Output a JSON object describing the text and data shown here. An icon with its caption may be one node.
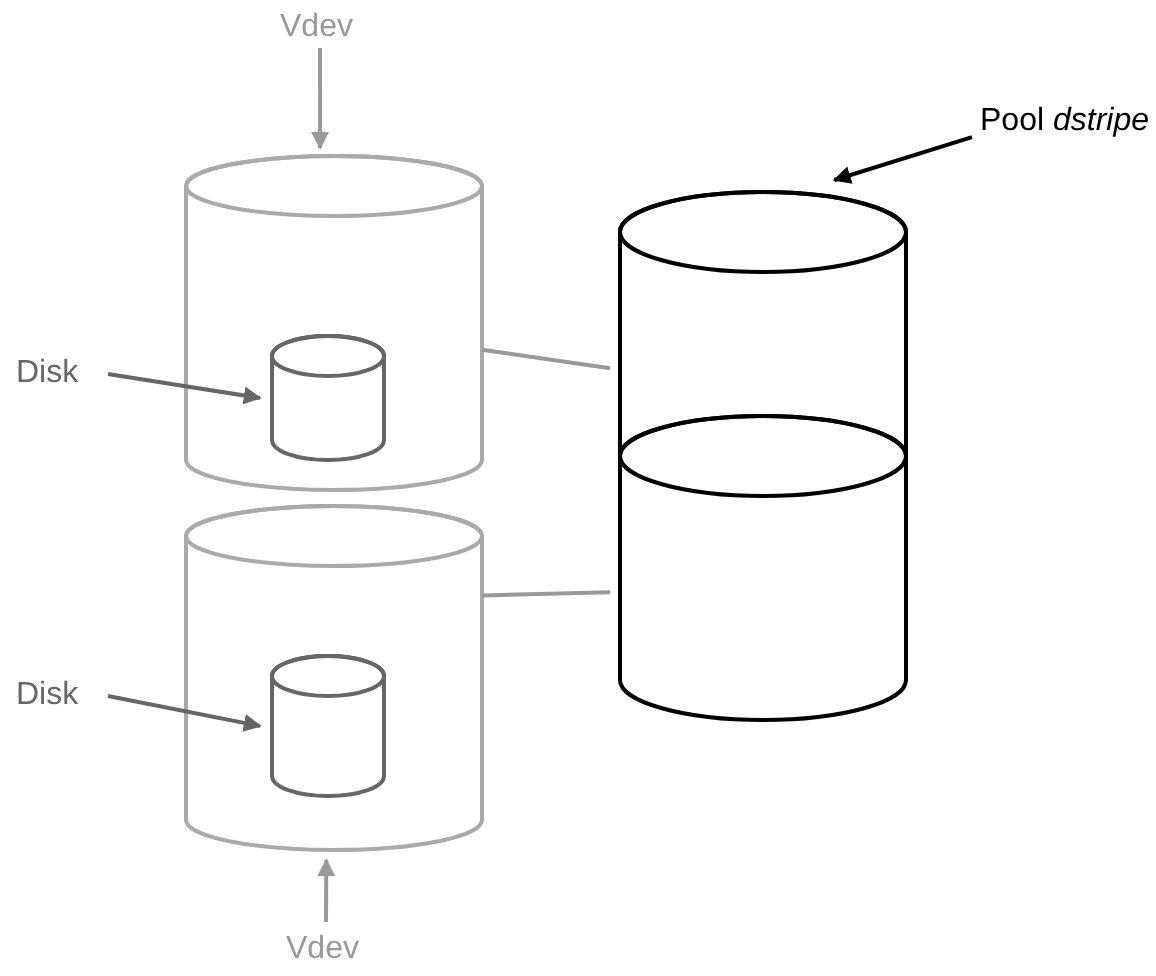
{
  "diagram": {
    "nodes": [
      {
        "text": [
          "Vdev"
        ]
      },
      {
        "text": [],
        "shape": "cylinder"
      },
      {
        "text": [],
        "shape": "cylinder",
        "in": 1
      },
      {
        "text": [
          "Disk"
        ]
      },
      {
        "text": [
          "Pool *dstripe*"
        ]
      },
      {
        "text": [],
        "shape": "cylinder"
      },
      {
        "text": [],
        "shape": "cylinder"
      },
      {
        "text": [],
        "shape": "cylinder"
      },
      {
        "text": [],
        "shape": "cylinder",
        "in": 7
      },
      {
        "text": [
          "Disk"
        ]
      },
      {
        "text": [
          "Vdev"
        ]
      }
    ],
    "edges": [
      {
        "from": 0,
        "to": 1,
        "arrow": "to"
      },
      {
        "from": 3,
        "to": 2,
        "arrow": "to",
        "color": "#666666"
      },
      {
        "from": 4,
        "to": 5,
        "arrow": "to",
        "color": "#000000"
      },
      {
        "from": 1,
        "to": 5,
        "arrow": "none"
      },
      {
        "from": 7,
        "to": 6,
        "arrow": "none"
      },
      {
        "from": 9,
        "to": 8,
        "arrow": "to",
        "color": "#666666"
      },
      {
        "from": 10,
        "to": 7,
        "arrow": "to"
      }
    ]
  }
}
